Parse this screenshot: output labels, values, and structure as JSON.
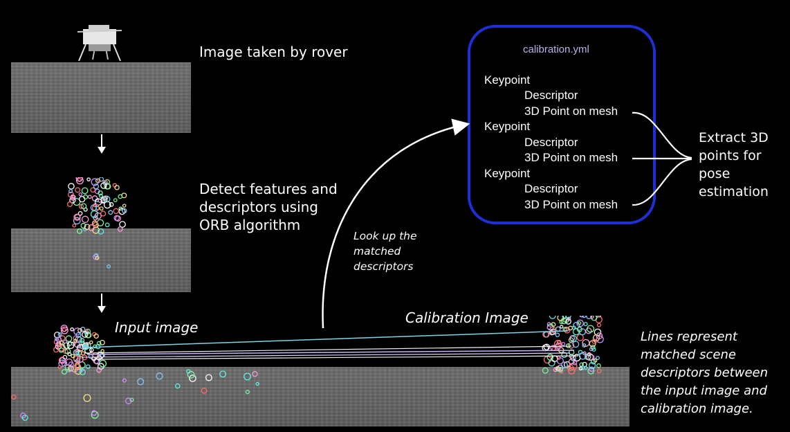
{
  "captions": {
    "rover": "Image taken by rover",
    "detect": "Detect features and\ndescriptors using\nORB algorithm",
    "input": "Input image",
    "calibration": "Calibration Image",
    "lookup": "Look up the\nmatched\ndescriptors",
    "extract": "Extract 3D\npoints for\npose\nestimation",
    "lines": "Lines represent\nmatched scene\ndescriptors between\nthe input image and\ncalibration image."
  },
  "calibration_file": {
    "title": "calibration.yml",
    "entries": [
      {
        "keypoint": "Keypoint",
        "descriptor": "Descriptor",
        "point": "3D Point on mesh"
      },
      {
        "keypoint": "Keypoint",
        "descriptor": "Descriptor",
        "point": "3D Point on mesh"
      },
      {
        "keypoint": "Keypoint",
        "descriptor": "Descriptor",
        "point": "3D Point on mesh"
      }
    ]
  },
  "colors": {
    "box_border": "#1f2fd6",
    "title_text": "#b9b3ea",
    "match_lines": [
      "#7fd3e8",
      "#e4d6ff",
      "#c9b3ff",
      "#f0f0f0"
    ]
  }
}
